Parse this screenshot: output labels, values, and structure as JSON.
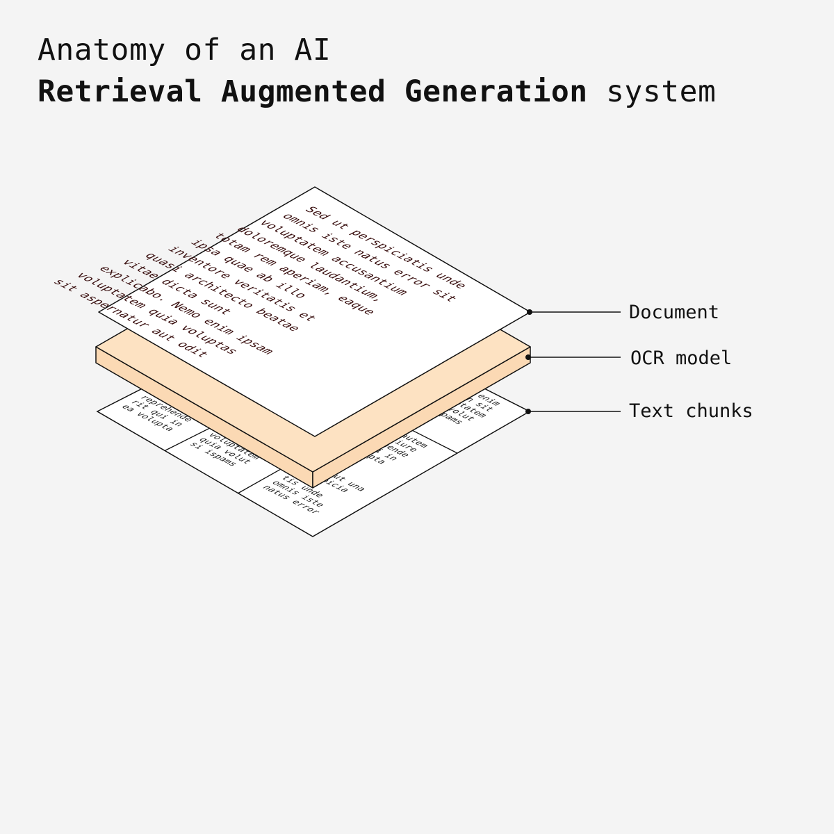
{
  "title": {
    "line1": "Anatomy of an AI",
    "line2_bold": "Retrieval Augmented Generation",
    "line2_rest": " system"
  },
  "labels": {
    "document": "Document",
    "ocr": "OCR model",
    "chunks": "Text chunks"
  },
  "document_lines": [
    "Sed ut perspiciatis unde",
    "omnis iste natus error sit",
    "voluptatem  accusantium",
    "doloremque laudantium,",
    "totam rem aperiam, eaque",
    "ipsa quae ab  illo",
    "inventore veritatis et",
    "quasi architecto beatae",
    "vitae dicta sunt",
    "explicabo. Nemo enim ipsam",
    "voluptatem quia voluptas",
    "sit aspernatur aut  odit"
  ],
  "chunks": {
    "c1": [
      "reprehende",
      "rit qui in",
      "ea volupta"
    ],
    "c2": [
      "voluptatem",
      "quia volut",
      "si ispams"
    ],
    "c3": [
      "tis unde",
      "omnis iste",
      "natus error"
    ],
    "c4": [
      "ut una",
      "picia"
    ],
    "c5": [
      "autem",
      "iure",
      "ehende",
      "qui in",
      "olupta"
    ],
    "c6": [
      "enim",
      "n sit",
      "ptatem",
      "volut",
      "spams"
    ]
  },
  "colors": {
    "background": "#f4f4f4",
    "ocr_top": "#fde2c2",
    "ocr_side": "#fbd9b4",
    "paper": "#ffffff",
    "doc_text": "#3a1010",
    "stroke": "#111111"
  }
}
